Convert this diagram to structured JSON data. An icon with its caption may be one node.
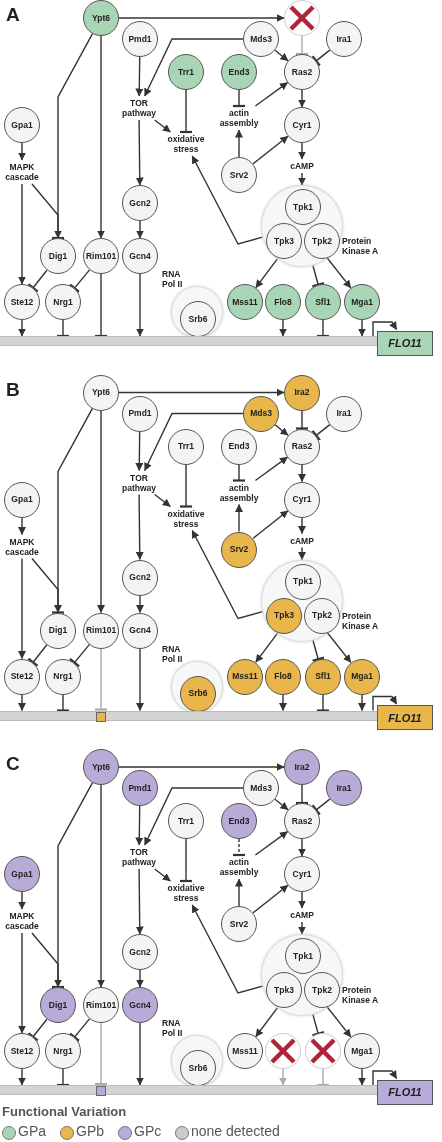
{
  "diagram": {
    "nodes": [
      {
        "text": [
          "Ypt6"
        ]
      },
      {
        "text": [],
        "shape": "circle"
      },
      {
        "text": [
          "Pmd1"
        ]
      },
      {
        "text": [
          "Mds3"
        ]
      },
      {
        "text": [
          "Ira1"
        ]
      },
      {
        "text": [
          "Trr1"
        ]
      },
      {
        "text": [
          "End3"
        ]
      },
      {
        "text": [
          "Ras2"
        ]
      },
      {
        "text": [
          "TOR pathway"
        ]
      },
      {
        "text": [
          "actin assembly"
        ]
      },
      {
        "text": [
          "Gpa1"
        ]
      },
      {
        "text": [
          "oxidative stress"
        ]
      },
      {
        "text": [
          "Cyr1"
        ]
      },
      {
        "text": [
          "MAPK cascade"
        ]
      },
      {
        "text": [
          "Srv2"
        ]
      },
      {
        "text": [
          "cAMP"
        ]
      },
      {
        "text": [
          "Gcn2"
        ]
      },
      {
        "text": [
          "Protein Kinase A"
        ]
      },
      {
        "text": [
          "Tpk1"
        ],
        "in": 17
      },
      {
        "text": [
          "Tpk3"
        ],
        "in": 17
      },
      {
        "text": [
          "Tpk2"
        ],
        "in": 17
      },
      {
        "text": [
          "Dig1"
        ]
      },
      {
        "text": [
          "Rim101"
        ]
      },
      {
        "text": [
          "Gcn4"
        ]
      },
      {
        "text": [
          "RNA Pol II"
        ]
      },
      {
        "text": [
          "Srb6"
        ],
        "in": 24
      },
      {
        "text": [
          "Ste12"
        ]
      },
      {
        "text": [
          "Nrg1"
        ]
      },
      {
        "text": [
          "Mss11"
        ]
      },
      {
        "text": [
          "Flo8"
        ]
      },
      {
        "text": [
          "Sfl1"
        ]
      },
      {
        "text": [
          "Mga1"
        ]
      },
      {
        "text": [],
        "shape": "bar"
      },
      {
        "text": [
          "FLO11"
        ]
      },
      {
        "text": [
          "Ypt6"
        ]
      },
      {
        "text": [
          "Ira2"
        ]
      },
      {
        "text": [
          "Pmd1"
        ]
      },
      {
        "text": [
          "Mds3"
        ]
      },
      {
        "text": [
          "Ira1"
        ]
      },
      {
        "text": [
          "Trr1"
        ]
      },
      {
        "text": [
          "End3"
        ]
      },
      {
        "text": [
          "Ras2"
        ]
      },
      {
        "text": [
          "TOR pathway"
        ]
      },
      {
        "text": [
          "actin assembly"
        ]
      },
      {
        "text": [
          "Gpa1"
        ]
      },
      {
        "text": [
          "oxidative stress"
        ]
      },
      {
        "text": [
          "Cyr1"
        ]
      },
      {
        "text": [
          "MAPK cascade"
        ]
      },
      {
        "text": [
          "Srv2"
        ]
      },
      {
        "text": [
          "cAMP"
        ]
      },
      {
        "text": [
          "Gcn2"
        ]
      },
      {
        "text": [
          "Protein Kinase A"
        ]
      },
      {
        "text": [
          "Tpk1"
        ],
        "in": 51
      },
      {
        "text": [
          "Tpk3"
        ],
        "in": 51
      },
      {
        "text": [
          "Tpk2"
        ],
        "in": 51
      },
      {
        "text": [
          "Dig1"
        ]
      },
      {
        "text": [
          "Rim101"
        ]
      },
      {
        "text": [
          "Gcn4"
        ]
      },
      {
        "text": [
          "RNA Pol II"
        ]
      },
      {
        "text": [
          "Srb6"
        ],
        "in": 58
      },
      {
        "text": [
          "Ste12"
        ]
      },
      {
        "text": [
          "Nrg1"
        ]
      },
      {
        "text": [
          "Mss11"
        ]
      },
      {
        "text": [
          "Flo8"
        ]
      },
      {
        "text": [
          "Sfl1"
        ]
      },
      {
        "text": [
          "Mga1"
        ]
      },
      {
        "text": [],
        "shape": "bar"
      },
      {
        "text": [],
        "shape": "box",
        "in": 66
      },
      {
        "text": [
          "FLO11"
        ]
      },
      {
        "text": [
          "Ypt6"
        ]
      },
      {
        "text": [
          "Ira2"
        ]
      },
      {
        "text": [
          "Pmd1"
        ]
      },
      {
        "text": [
          "Mds3"
        ]
      },
      {
        "text": [
          "Ira1"
        ]
      },
      {
        "text": [
          "Trr1"
        ]
      },
      {
        "text": [
          "End3"
        ]
      },
      {
        "text": [
          "Ras2"
        ]
      },
      {
        "text": [
          "TOR pathway"
        ]
      },
      {
        "text": [
          "actin assembly"
        ]
      },
      {
        "text": [
          "Gpa1"
        ]
      },
      {
        "text": [
          "oxidative stress"
        ]
      },
      {
        "text": [
          "Cyr1"
        ]
      },
      {
        "text": [
          "MAPK cascade"
        ]
      },
      {
        "text": [
          "Srv2"
        ]
      },
      {
        "text": [
          "cAMP"
        ]
      },
      {
        "text": [
          "Gcn2"
        ]
      },
      {
        "text": [
          "Protein Kinase A"
        ]
      },
      {
        "text": [
          "Tpk1"
        ],
        "in": 86
      },
      {
        "text": [
          "Tpk3"
        ],
        "in": 86
      },
      {
        "text": [
          "Tpk2"
        ],
        "in": 86
      },
      {
        "text": [
          "Dig1"
        ]
      },
      {
        "text": [
          "Rim101"
        ]
      },
      {
        "text": [
          "Gcn4"
        ]
      },
      {
        "text": [
          "RNA Pol II"
        ]
      },
      {
        "text": [
          "Srb6"
        ],
        "in": 93
      },
      {
        "text": [
          "Ste12"
        ]
      },
      {
        "text": [
          "Nrg1"
        ]
      },
      {
        "text": [
          "Mss11"
        ]
      },
      {
        "text": [],
        "shape": "circle"
      },
      {
        "text": [],
        "shape": "circle"
      },
      {
        "text": [
          "Mga1"
        ]
      },
      {
        "text": [],
        "shape": "bar"
      },
      {
        "text": [],
        "shape": "box",
        "in": 101
      },
      {
        "text": [
          "FLO11"
        ]
      }
    ],
    "edges": [
      {
        "from": 0,
        "to": 1,
        "arrow": "to"
      },
      {
        "from": 0,
        "to": 21,
        "arrow": "to"
      },
      {
        "from": 0,
        "to": 22,
        "arrow": "to"
      },
      {
        "from": 2,
        "to": 8,
        "arrow": "to"
      },
      {
        "from": 3,
        "to": 8,
        "arrow": "to"
      },
      {
        "from": 3,
        "to": 7,
        "arrow": "to"
      },
      {
        "from": 1,
        "to": 7,
        "arrow": "other",
        "color": "#aaaaaa"
      },
      {
        "from": 4,
        "to": 7,
        "arrow": "other"
      },
      {
        "from": 5,
        "to": 11,
        "arrow": "other"
      },
      {
        "from": 6,
        "to": 9,
        "arrow": "other"
      },
      {
        "from": 9,
        "to": 7,
        "arrow": "to"
      },
      {
        "from": 8,
        "to": 11,
        "arrow": "to"
      },
      {
        "from": 8,
        "to": 16,
        "arrow": "to"
      },
      {
        "from": 7,
        "to": 12,
        "arrow": "to"
      },
      {
        "from": 14,
        "to": 9,
        "arrow": "to"
      },
      {
        "from": 14,
        "to": 12,
        "arrow": "to"
      },
      {
        "from": 12,
        "to": 15,
        "arrow": "to"
      },
      {
        "from": 15,
        "to": 17,
        "arrow": "to"
      },
      {
        "from": 17,
        "to": 11,
        "arrow": "to"
      },
      {
        "from": 10,
        "to": 13,
        "arrow": "to"
      },
      {
        "from": 13,
        "to": 26,
        "arrow": "to"
      },
      {
        "from": 13,
        "to": 21,
        "arrow": "other"
      },
      {
        "from": 16,
        "to": 23,
        "arrow": "to"
      },
      {
        "from": 21,
        "to": 26,
        "arrow": "other"
      },
      {
        "from": 22,
        "to": 27,
        "arrow": "other"
      },
      {
        "from": 17,
        "to": 28,
        "arrow": "to"
      },
      {
        "from": 17,
        "to": 30,
        "arrow": "other"
      },
      {
        "from": 17,
        "to": 31,
        "arrow": "to"
      },
      {
        "from": 26,
        "to": 32,
        "arrow": "to"
      },
      {
        "from": 27,
        "to": 32,
        "arrow": "other"
      },
      {
        "from": 22,
        "to": 32,
        "arrow": "other"
      },
      {
        "from": 23,
        "to": 32,
        "arrow": "to"
      },
      {
        "from": 29,
        "to": 32,
        "arrow": "to"
      },
      {
        "from": 30,
        "to": 32,
        "arrow": "other"
      },
      {
        "from": 31,
        "to": 32,
        "arrow": "to"
      },
      {
        "from": 32,
        "to": 33,
        "arrow": "to"
      },
      {
        "from": 34,
        "to": 35,
        "arrow": "to"
      },
      {
        "from": 34,
        "to": 55,
        "arrow": "to"
      },
      {
        "from": 34,
        "to": 56,
        "arrow": "to"
      },
      {
        "from": 36,
        "to": 42,
        "arrow": "to"
      },
      {
        "from": 37,
        "to": 42,
        "arrow": "to"
      },
      {
        "from": 37,
        "to": 41,
        "arrow": "to"
      },
      {
        "from": 35,
        "to": 41,
        "arrow": "other"
      },
      {
        "from": 38,
        "to": 41,
        "arrow": "other"
      },
      {
        "from": 39,
        "to": 45,
        "arrow": "other"
      },
      {
        "from": 40,
        "to": 43,
        "arrow": "other"
      },
      {
        "from": 43,
        "to": 41,
        "arrow": "to"
      },
      {
        "from": 42,
        "to": 45,
        "arrow": "to"
      },
      {
        "from": 42,
        "to": 50,
        "arrow": "to"
      },
      {
        "from": 41,
        "to": 46,
        "arrow": "to"
      },
      {
        "from": 48,
        "to": 43,
        "arrow": "to"
      },
      {
        "from": 48,
        "to": 46,
        "arrow": "to"
      },
      {
        "from": 46,
        "to": 49,
        "arrow": "to"
      },
      {
        "from": 49,
        "to": 51,
        "arrow": "to"
      },
      {
        "from": 51,
        "to": 45,
        "arrow": "to"
      },
      {
        "from": 44,
        "to": 47,
        "arrow": "to"
      },
      {
        "from": 47,
        "to": 60,
        "arrow": "to"
      },
      {
        "from": 47,
        "to": 55,
        "arrow": "other"
      },
      {
        "from": 50,
        "to": 57,
        "arrow": "to"
      },
      {
        "from": 55,
        "to": 60,
        "arrow": "other"
      },
      {
        "from": 56,
        "to": 61,
        "arrow": "other"
      },
      {
        "from": 51,
        "to": 62,
        "arrow": "to"
      },
      {
        "from": 51,
        "to": 64,
        "arrow": "other"
      },
      {
        "from": 51,
        "to": 65,
        "arrow": "to"
      },
      {
        "from": 60,
        "to": 66,
        "arrow": "to"
      },
      {
        "from": 61,
        "to": 66,
        "arrow": "other"
      },
      {
        "from": 56,
        "to": 67,
        "arrow": "other",
        "color": "#aaaaaa"
      },
      {
        "from": 57,
        "to": 66,
        "arrow": "to"
      },
      {
        "from": 63,
        "to": 66,
        "arrow": "to"
      },
      {
        "from": 64,
        "to": 66,
        "arrow": "other"
      },
      {
        "from": 65,
        "to": 66,
        "arrow": "to"
      },
      {
        "from": 66,
        "to": 68,
        "arrow": "to"
      },
      {
        "from": 69,
        "to": 70,
        "arrow": "to"
      },
      {
        "from": 69,
        "to": 90,
        "arrow": "to"
      },
      {
        "from": 69,
        "to": 91,
        "arrow": "to"
      },
      {
        "from": 71,
        "to": 77,
        "arrow": "to"
      },
      {
        "from": 72,
        "to": 77,
        "arrow": "to"
      },
      {
        "from": 72,
        "to": 76,
        "arrow": "to"
      },
      {
        "from": 70,
        "to": 76,
        "arrow": "other"
      },
      {
        "from": 73,
        "to": 76,
        "arrow": "other"
      },
      {
        "from": 74,
        "to": 80,
        "arrow": "other"
      },
      {
        "from": 75,
        "to": 78,
        "arrow": "other",
        "style": "dashed"
      },
      {
        "from": 78,
        "to": 76,
        "arrow": "to"
      },
      {
        "from": 77,
        "to": 80,
        "arrow": "to"
      },
      {
        "from": 77,
        "to": 85,
        "arrow": "to"
      },
      {
        "from": 76,
        "to": 81,
        "arrow": "to"
      },
      {
        "from": 83,
        "to": 78,
        "arrow": "to"
      },
      {
        "from": 83,
        "to": 81,
        "arrow": "to"
      },
      {
        "from": 81,
        "to": 84,
        "arrow": "to"
      },
      {
        "from": 84,
        "to": 86,
        "arrow": "to"
      },
      {
        "from": 86,
        "to": 80,
        "arrow": "to"
      },
      {
        "from": 79,
        "to": 82,
        "arrow": "to"
      },
      {
        "from": 82,
        "to": 95,
        "arrow": "to"
      },
      {
        "from": 82,
        "to": 90,
        "arrow": "other"
      },
      {
        "from": 85,
        "to": 92,
        "arrow": "to"
      },
      {
        "from": 90,
        "to": 95,
        "arrow": "other"
      },
      {
        "from": 91,
        "to": 96,
        "arrow": "other"
      },
      {
        "from": 86,
        "to": 97,
        "arrow": "to"
      },
      {
        "from": 86,
        "to": 99,
        "arrow": "other"
      },
      {
        "from": 86,
        "to": 100,
        "arrow": "to"
      },
      {
        "from": 95,
        "to": 101,
        "arrow": "to"
      },
      {
        "from": 96,
        "to": 101,
        "arrow": "other"
      },
      {
        "from": 91,
        "to": 102,
        "arrow": "other",
        "color": "#aaaaaa"
      },
      {
        "from": 92,
        "to": 101,
        "arrow": "to"
      },
      {
        "from": 98,
        "to": 101,
        "arrow": "to",
        "color": "#aaaaaa"
      },
      {
        "from": 99,
        "to": 101,
        "arrow": "other",
        "color": "#aaaaaa"
      },
      {
        "from": 100,
        "to": 101,
        "arrow": "to"
      },
      {
        "from": 101,
        "to": 103,
        "arrow": "to"
      }
    ],
    "labels": [
      "A",
      "B",
      "C",
      "Functional Variation"
    ],
    "legend": [
      {
        "text": "GPa",
        "color": "#a8d5b5"
      },
      {
        "text": "GPb",
        "color": "#e8b64a"
      },
      {
        "text": "GPc",
        "color": "#b9abd8"
      },
      {
        "text": "none detected",
        "color": "#cccccc"
      }
    ]
  }
}
